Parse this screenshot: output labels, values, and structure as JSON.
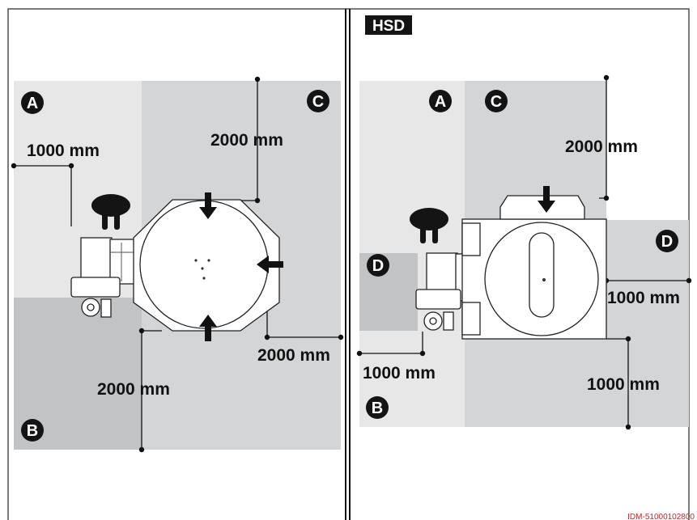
{
  "badge": {
    "label": "HSD"
  },
  "reference": "IDM-51000102800",
  "left_panel": {
    "zones": {
      "a": "A",
      "b": "B",
      "c": "C"
    },
    "dims": {
      "top_left": "1000 mm",
      "top_right": "2000 mm",
      "right": "2000 mm",
      "bottom": "2000 mm"
    }
  },
  "right_panel": {
    "zones": {
      "a": "A",
      "b": "B",
      "c": "C",
      "d_left": "D",
      "d_right": "D"
    },
    "dims": {
      "top": "2000 mm",
      "right": "1000 mm",
      "left_bottom": "1000 mm",
      "bottom": "1000 mm"
    }
  },
  "colors": {
    "zone_light": "#e7e7e7",
    "zone_mid": "#d4d5d7",
    "zone_dark": "#c2c3c5",
    "badge": "#141414",
    "reference_text": "#c62828"
  }
}
